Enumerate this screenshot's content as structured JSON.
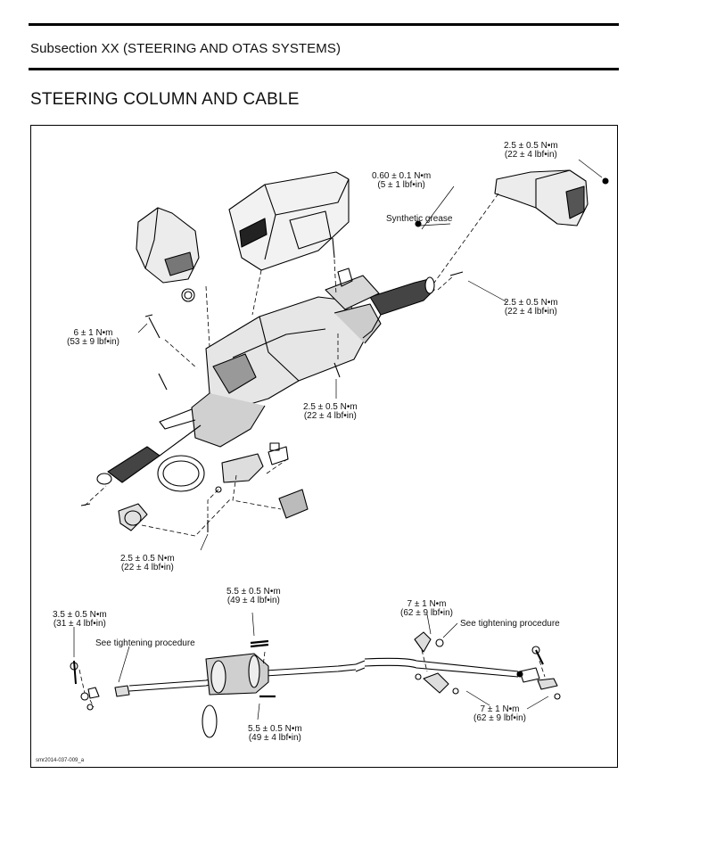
{
  "header": {
    "subsection": "Subsection XX (STEERING AND OTAS SYSTEMS)",
    "page_title": "STEERING COLUMN AND CABLE"
  },
  "figure": {
    "id": "smr2014-037-009_a",
    "callouts": [
      {
        "key": "top-right-screw",
        "line1": "2.5 ± 0.5 N•m",
        "line2": "(22 ± 4 lbf•in)"
      },
      {
        "key": "top-bracket-screw",
        "line1": "0.60 ± 0.1 N•m",
        "line2": "(5 ± 1 lbf•in)"
      },
      {
        "key": "synthetic-grease",
        "line1": "Synthetic grease",
        "line2": ""
      },
      {
        "key": "grip-screw-right",
        "line1": "2.5 ± 0.5 N•m",
        "line2": "(22 ± 4 lbf•in)"
      },
      {
        "key": "column-bolt",
        "line1": "6 ± 1 N•m",
        "line2": "(53 ± 9 lbf•in)"
      },
      {
        "key": "column-center-screw",
        "line1": "2.5 ± 0.5 N•m",
        "line2": "(22 ± 4 lbf•in)"
      },
      {
        "key": "lower-left-screw",
        "line1": "2.5 ± 0.5 N•m",
        "line2": "(22 ± 4 lbf•in)"
      },
      {
        "key": "cable-left-bolt",
        "line1": "3.5 ± 0.5 N•m",
        "line2": "(31 ± 4 lbf•in)"
      },
      {
        "key": "cable-top-screw",
        "line1": "5.5 ± 0.5 N•m",
        "line2": "(49 ± 4 lbf•in)"
      },
      {
        "key": "tightening-left",
        "line1": "See tightening procedure",
        "line2": ""
      },
      {
        "key": "cable-right-nut",
        "line1": "7 ± 1 N•m",
        "line2": "(62 ± 9 lbf•in)"
      },
      {
        "key": "tightening-right",
        "line1": "See tightening procedure",
        "line2": ""
      },
      {
        "key": "cable-bottom-screw",
        "line1": "5.5 ± 0.5 N•m",
        "line2": "(49 ± 4 lbf•in)"
      },
      {
        "key": "cable-right-lower-nut",
        "line1": "7 ± 1 N•m",
        "line2": "(62 ± 9 lbf•in)"
      }
    ]
  }
}
